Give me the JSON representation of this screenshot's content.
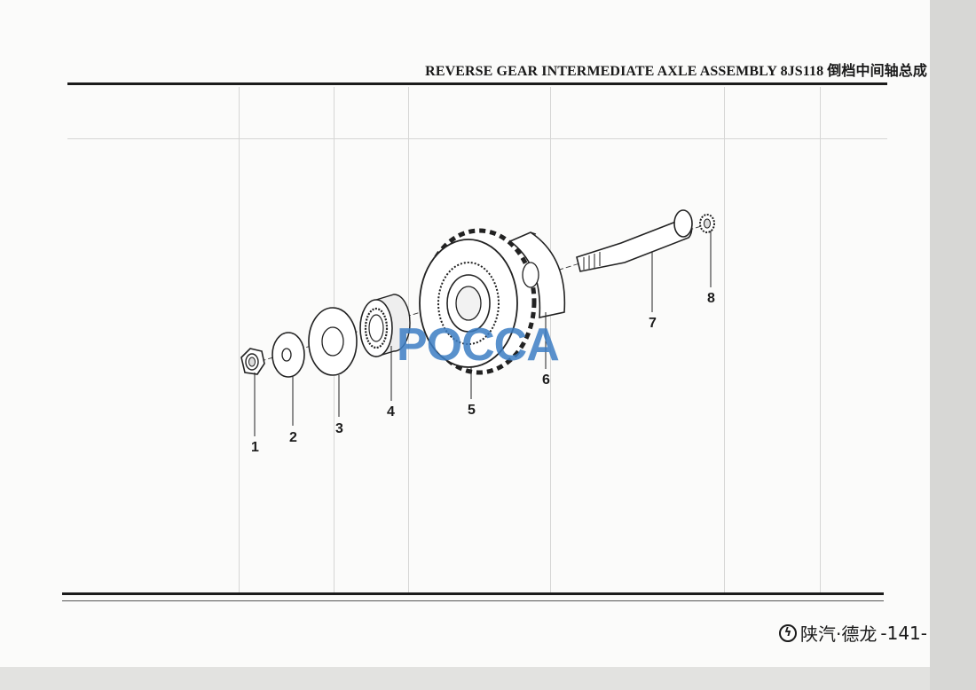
{
  "page": {
    "title": "REVERSE GEAR INTERMEDIATE AXLE ASSEMBLY 8JS118  倒档中间轴总成",
    "watermark": "POCCA",
    "footer_brand": "陕汽·德龙",
    "page_number": "-141-",
    "logo_icon": "shacman-logo-icon"
  },
  "diagram": {
    "callouts": [
      "1",
      "2",
      "3",
      "4",
      "5",
      "6",
      "7",
      "8"
    ]
  }
}
